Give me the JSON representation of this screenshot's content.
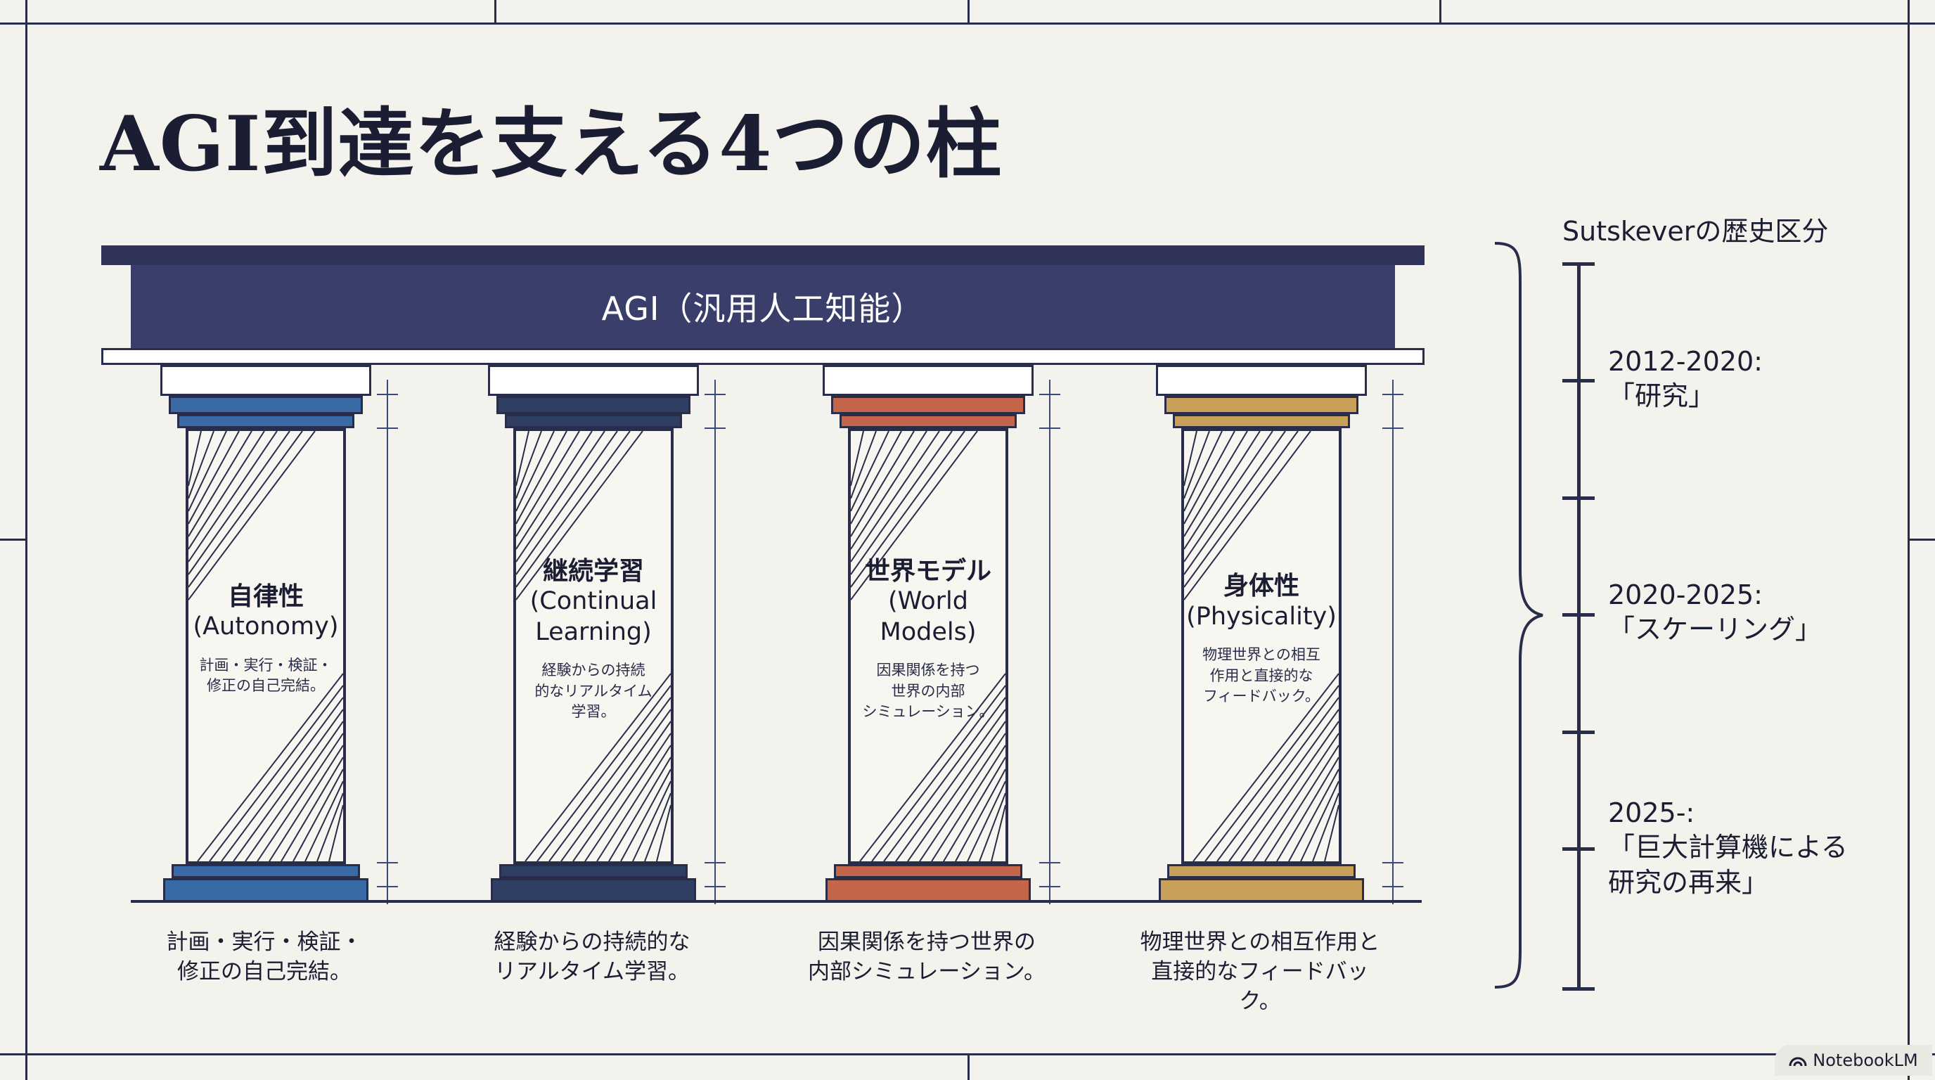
{
  "title": "AGI到達を支える4つの柱",
  "roof": {
    "label": "AGI（汎用人工知能）"
  },
  "pillars": [
    {
      "title": "自律性",
      "en": "(Autonomy)",
      "small": "計画・実行・検証・\n修正の自己完結。",
      "caption": "計画・実行・検証・\n修正の自己完結。",
      "color": "#3a6aa6"
    },
    {
      "title": "継続学習",
      "en": "(Continual\nLearning)",
      "small": "経験からの持続\n的なリアルタイム\n学習。",
      "caption": "経験からの持続的な\nリアルタイム学習。",
      "color": "#2f3f63"
    },
    {
      "title": "世界モデル",
      "en": "(World\nModels)",
      "small": "因果関係を持つ\n世界の内部\nシミュレーション。",
      "caption": "因果関係を持つ世界の\n内部シミュレーション。",
      "color": "#c4664a"
    },
    {
      "title": "身体性",
      "en": "(Physicality)",
      "small": "物理世界との相互\n作用と直接的な\nフィードバック。",
      "caption": "物理世界との相互作用と\n直接的なフィードバック。",
      "color": "#c9a05a"
    }
  ],
  "timeline": {
    "title": "Sutskeverの歴史区分",
    "eras": [
      {
        "label": "2012-2020:\n「研究」"
      },
      {
        "label": "2020-2025:\n「スケーリング」"
      },
      {
        "label": "2025-:\n「巨大計算機による\n研究の再来」"
      }
    ]
  },
  "badge": {
    "label": "NotebookLM"
  }
}
